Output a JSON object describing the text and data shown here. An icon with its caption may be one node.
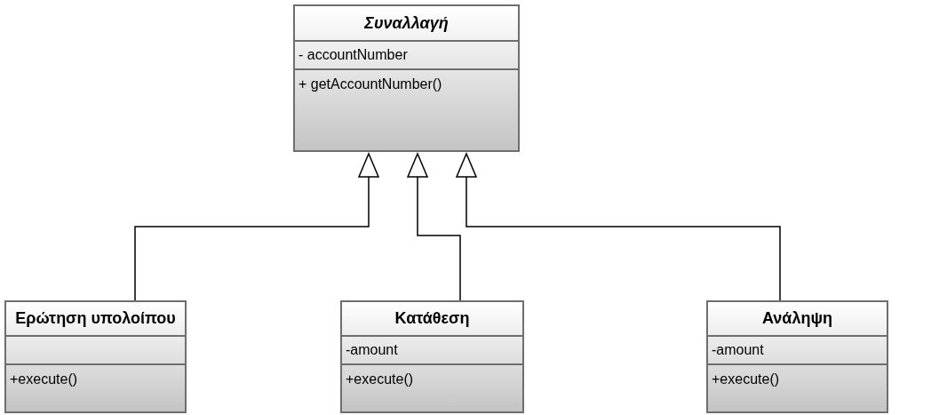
{
  "diagram": {
    "nodes": [
      {
        "text": [
          "Συναλλαγή",
          "- accountNumber",
          "+ getAccountNumber()"
        ]
      },
      {
        "text": [
          "Ερώτηση υπολοίπου",
          "+execute()"
        ]
      },
      {
        "text": [
          "Κατάθεση",
          "-amount",
          "+execute()"
        ]
      },
      {
        "text": [
          "Ανάληψη",
          "-amount",
          "+execute()"
        ]
      }
    ],
    "edges": [
      {
        "from": 1,
        "to": 0,
        "arrow": "to"
      },
      {
        "from": 2,
        "to": 0,
        "arrow": "to"
      },
      {
        "from": 3,
        "to": 0,
        "arrow": "to"
      }
    ]
  }
}
